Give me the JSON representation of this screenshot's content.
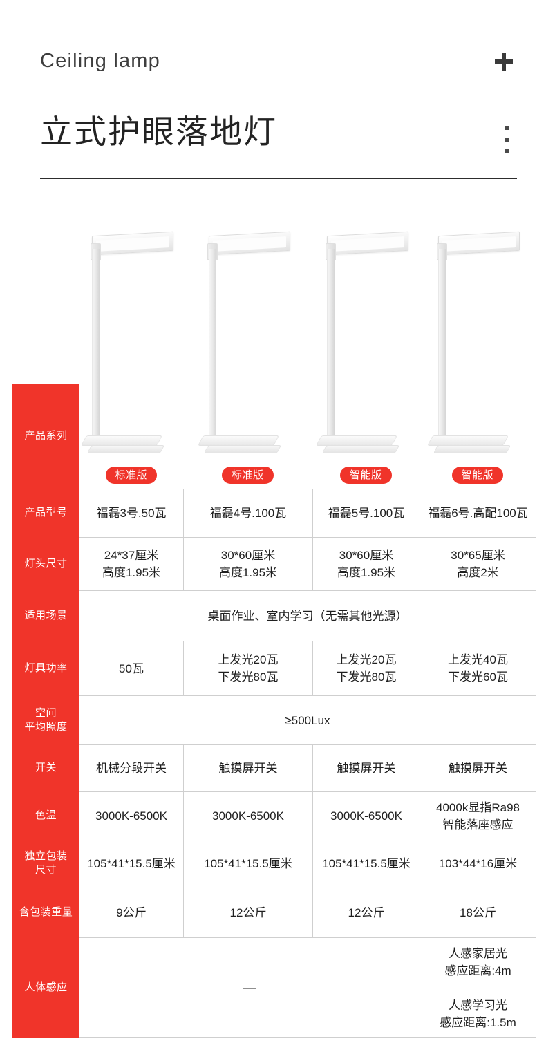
{
  "header": {
    "eyebrow": "Ceiling lamp",
    "title": "立式护眼落地灯",
    "plus_icon": "plus-icon",
    "more_icon": "more-vertical-icon"
  },
  "theme": {
    "accent_red": "#F0342A",
    "text": "#1f1f1f",
    "border": "#cfcfcf"
  },
  "products": [
    {
      "badge": "标准版",
      "model": "福磊3号.50瓦"
    },
    {
      "badge": "标准版",
      "model": "福磊4号.100瓦"
    },
    {
      "badge": "智能版",
      "model": "福磊5号.100瓦"
    },
    {
      "badge": "智能版",
      "model": "福磊6号.高配100瓦"
    }
  ],
  "spec_table": {
    "rows": [
      {
        "label": "产品系列",
        "type": "badges",
        "values": [
          "标准版",
          "标准版",
          "智能版",
          "智能版"
        ]
      },
      {
        "label": "产品型号",
        "type": "cells",
        "values": [
          "福磊3号.50瓦",
          "福磊4号.100瓦",
          "福磊5号.100瓦",
          "福磊6号.高配100瓦"
        ]
      },
      {
        "label": "灯头尺寸",
        "type": "cells",
        "values": [
          "24*37厘米\n高度1.95米",
          "30*60厘米\n高度1.95米",
          "30*60厘米\n高度1.95米",
          "30*65厘米\n高度2米"
        ]
      },
      {
        "label": "适用场景",
        "type": "merged",
        "value": "桌面作业、室内学习（无需其他光源）"
      },
      {
        "label": "灯具功率",
        "type": "cells",
        "values": [
          "50瓦",
          "上发光20瓦\n下发光80瓦",
          "上发光20瓦\n下发光80瓦",
          "上发光40瓦\n下发光60瓦"
        ]
      },
      {
        "label": "空间\n平均照度",
        "type": "merged",
        "value": "≥500Lux"
      },
      {
        "label": "开关",
        "type": "cells",
        "values": [
          "机械分段开关",
          "触摸屏开关",
          "触摸屏开关",
          "触摸屏开关"
        ]
      },
      {
        "label": "色温",
        "type": "cells",
        "values": [
          "3000K-6500K",
          "3000K-6500K",
          "3000K-6500K",
          "4000k显指Ra98\n智能落座感应"
        ]
      },
      {
        "label": "独立包装\n尺寸",
        "type": "cells",
        "values": [
          "105*41*15.5厘米",
          "105*41*15.5厘米",
          "105*41*15.5厘米",
          "103*44*16厘米"
        ]
      },
      {
        "label": "含包装重量",
        "type": "cells",
        "values": [
          "9公斤",
          "12公斤",
          "12公斤",
          "18公斤"
        ]
      },
      {
        "label": "人体感应",
        "type": "split",
        "merged_value": "—",
        "last_value": "人感家居光\n感应距离:4m\n\n人感学习光\n感应距离:1.5m"
      }
    ]
  }
}
